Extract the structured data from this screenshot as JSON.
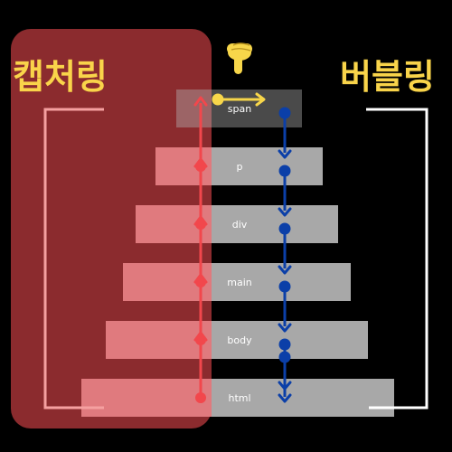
{
  "titles": {
    "capturing": "캡처링",
    "bubbling": "버블링"
  },
  "elements": [
    "span",
    "p",
    "div",
    "main",
    "body",
    "html"
  ],
  "colors": {
    "background": "#000000",
    "capture_panel": "#8b2b2e",
    "capture_box": "#e07a7e",
    "bubble_box": "#a8a8a8",
    "top_box": "#4a4a4a",
    "capture_arrow": "#f2474c",
    "bubble_arrow": "#0b3fa8",
    "title": "#f9d44a",
    "capture_bracket": "#f5a0a0",
    "bubble_bracket": "#ffffff",
    "pointer": "#f7d64a"
  },
  "icons": {
    "pointer": "hand-pointing-down-icon"
  }
}
